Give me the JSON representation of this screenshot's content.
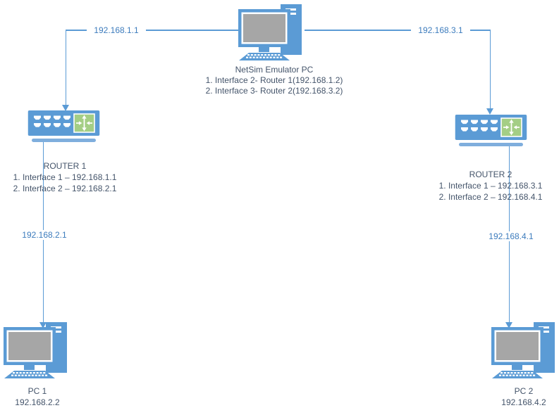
{
  "emulator_pc": {
    "title": "NetSim Emulator PC",
    "interfaces": [
      "1. Interface 2- Router 1(192.168.1.2)",
      "2. Interface 3- Router 2(192.168.3.2)"
    ]
  },
  "router1": {
    "title": "ROUTER 1",
    "interfaces": [
      "1. Interface 1 – 192.168.1.1",
      "2. Interface 2 – 192.168.2.1"
    ]
  },
  "router2": {
    "title": "ROUTER 2",
    "interfaces": [
      "1. Interface 1 – 192.168.3.1",
      "2. Interface 2 – 192.168.4.1"
    ]
  },
  "pc1": {
    "title": "PC 1",
    "ip": "192.168.2.2"
  },
  "pc2": {
    "title": "PC 2",
    "ip": "192.168.4.2"
  },
  "links": {
    "pc_router1": "192.168.1.1",
    "pc_router2": "192.168.3.1",
    "router1_pc1": "192.168.2.1",
    "router2_pc2": "192.168.4.1"
  },
  "icons": {
    "desktop_pc": "desktop-pc-icon",
    "router": "router-icon",
    "arrow": "arrow-down-icon"
  },
  "colors": {
    "node_blue": "#5B9BD5",
    "screen_gray": "#A6A6A6",
    "router_green": "#A4CE85",
    "router_base_blue": "#7FAEDD",
    "link_blue": "#5B9BD5",
    "link_label_text": "#3D7CBD",
    "text_dark": "#44546A"
  }
}
